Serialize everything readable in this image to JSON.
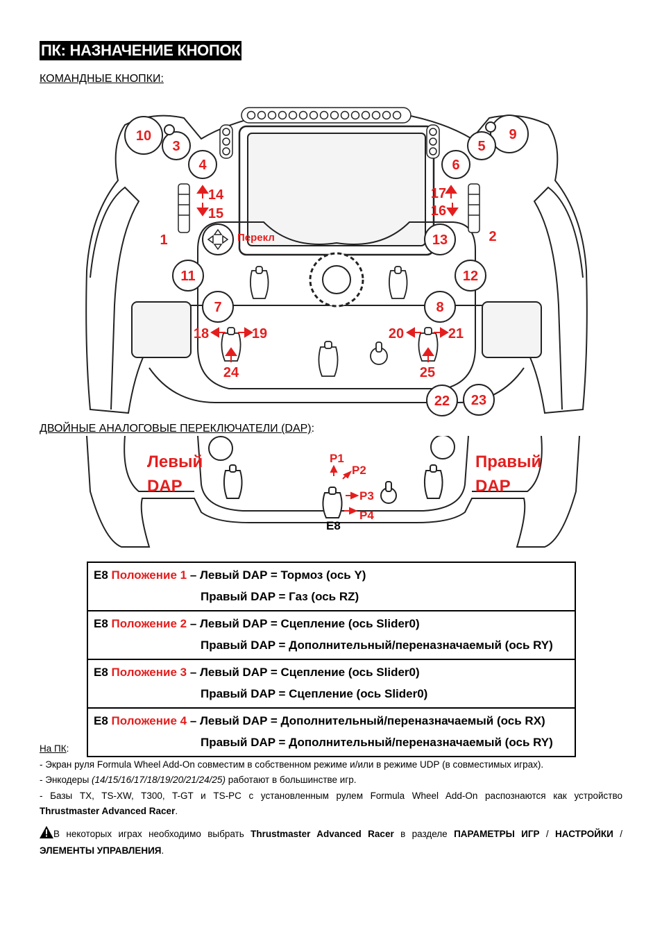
{
  "page_title": "ПК: НАЗНАЧЕНИЕ КНОПОК",
  "section_command_buttons": "КОМАНДНЫЕ КНОПКИ:",
  "section_dap": "ДВОЙНЫЕ АНАЛОГОВЫЕ ПЕРЕКЛЮЧАТЕЛИ (DAP)",
  "section_dap_colon": ":",
  "wheel_labels": {
    "b1": "1",
    "b2": "2",
    "b3": "3",
    "b4": "4",
    "b5": "5",
    "b6": "6",
    "b7": "7",
    "b8": "8",
    "b9": "9",
    "b10": "10",
    "b11": "11",
    "b12": "12",
    "b13": "13",
    "b14": "14",
    "b15": "15",
    "b16": "16",
    "b17": "17",
    "b18": "18",
    "b19": "19",
    "b20": "20",
    "b21": "21",
    "b22": "22",
    "b23": "23",
    "b24": "24",
    "b25": "25",
    "dpad": "Перекл"
  },
  "dap_labels": {
    "left_line1": "Левый",
    "left_line2": "DAP",
    "right_line1": "Правый",
    "right_line2": "DAP",
    "p1": "P1",
    "p2": "P2",
    "p3": "P3",
    "p4": "P4",
    "e8": "E8"
  },
  "modes": [
    {
      "prefix": "E8 ",
      "position": "Положение 1",
      "left": " – Левый DAP = Тормоз (ось Y)",
      "right": "Правый DAP = Газ (ось RZ)"
    },
    {
      "prefix": "E8 ",
      "position": "Положение 2",
      "left": " – Левый DAP = Сцепление (ось Slider0)",
      "right": "Правый DAP = Дополнительный/переназначаемый (ось RY)"
    },
    {
      "prefix": "E8 ",
      "position": "Положение 3",
      "left": " – Левый DAP = Сцепление (ось Slider0)",
      "right": "Правый DAP = Сцепление (ось Slider0)"
    },
    {
      "prefix": "E8 ",
      "position": "Положение 4",
      "left": " – Левый DAP = Дополнительный/переназначаемый (ось RX)",
      "right": "Правый DAP = Дополнительный/переназначаемый (ось RY)"
    }
  ],
  "notes": {
    "header": "На ПК",
    "header_colon": ":",
    "line1": "- Экран руля Formula Wheel Add-On совместим в собственном режиме и/или в режиме UDP (в совместимых играх).",
    "line2_a": "- Энкодеры ",
    "line2_b": "(14/15/16/17/18/19/20/21/24/25)",
    "line2_c": " работают в большинстве игр.",
    "line3": "- Базы TX, TS-XW, T300, T-GT и TS-PC с установленным рулем Formula Wheel Add-On распознаются как устройство",
    "line3_b": "Thrustmaster Advanced Racer",
    "line3_c": ".",
    "warn_a": "В некоторых играх необходимо выбрать ",
    "warn_b": "Thrustmaster Advanced Racer",
    "warn_c": " в разделе ",
    "warn_d": "ПАРАМЕТРЫ ИГР",
    "warn_e": " / ",
    "warn_f": "НАСТРОЙКИ",
    "warn_g": " /",
    "warn_h": "ЭЛЕМЕНТЫ УПРАВЛЕНИЯ",
    "warn_i": "."
  }
}
